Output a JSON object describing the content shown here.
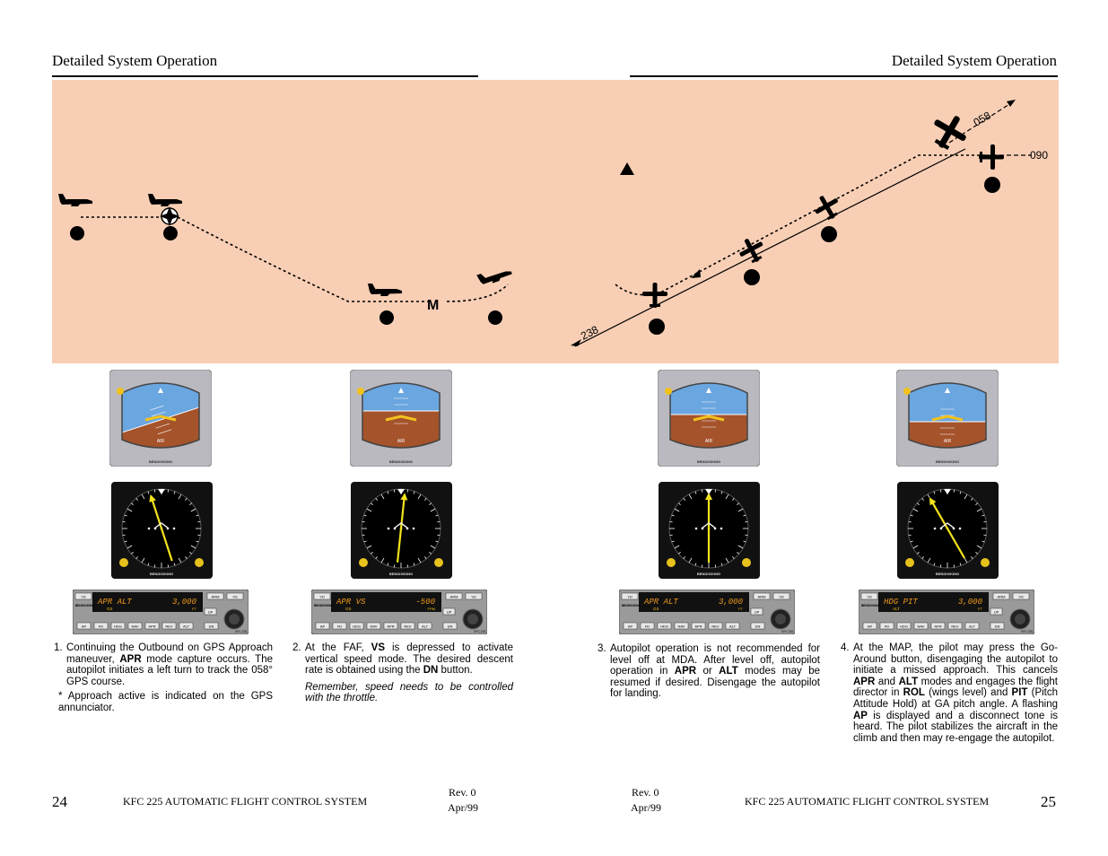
{
  "header": {
    "left_title": "Detailed System Operation",
    "right_title": "Detailed System Operation"
  },
  "diagram": {
    "bearing_058": "058",
    "bearing_090": "090",
    "bearing_238": "238",
    "map_label": "M"
  },
  "instruments": {
    "adi_label": "AIR",
    "adi_brand": "BENDIX/KING",
    "hsi_brand": "BENDIX/KING",
    "kc_brand": "BENDIX/KING",
    "kc_model": "KFC 225",
    "kc_buttons_top": [
      "YD",
      "ARM",
      "VS"
    ],
    "kc_buttons_bottom": [
      "AP",
      "FD",
      "HDG",
      "NAV",
      "APR",
      "REV",
      "ALT",
      "DN"
    ],
    "kc_up": "UP",
    "panels": [
      {
        "display_left": "APR  ALT",
        "display_right": "3,000",
        "sub": "GS",
        "unit": "FT"
      },
      {
        "display_left": "APR   VS",
        "display_right": "-500",
        "sub": "GS",
        "unit": "FPM"
      },
      {
        "display_left": "APR  ALT",
        "display_right": "3,000",
        "sub": "GS",
        "unit": "FT"
      },
      {
        "display_left": "HDG  PIT",
        "display_right": "3,000",
        "sub": "ALT",
        "unit": "FT"
      }
    ]
  },
  "captions": {
    "c1_num": "1.",
    "c1_text_a": "Continuing the Outbound on GPS Approach maneuver, ",
    "c1_bold": "APR",
    "c1_text_b": " mode capture occurs. The autopilot initiates a left turn to track the 058° GPS course.",
    "c1_note": "* Approach active is indicated on the GPS annunciator.",
    "c2_num": "2.",
    "c2_text_a": "At the FAF, ",
    "c2_bold_a": "VS",
    "c2_text_b": " is depressed to activate vertical speed mode. The desired descent rate is obtained using the ",
    "c2_bold_b": "DN",
    "c2_text_c": " button.",
    "c2_remark": "Remember, speed needs to be controlled with the throttle.",
    "c3_num": "3.",
    "c3_text_a": "Autopilot operation is not recommended for level off at MDA. After level off, autopilot operation in ",
    "c3_bold_a": "APR",
    "c3_text_b": " or ",
    "c3_bold_b": "ALT",
    "c3_text_c": " modes may be resumed if desired. Disengage the autopilot for landing.",
    "c4_num": "4.",
    "c4_text_a": "At the MAP, the pilot may press the Go-Around button, disengaging the autopilot to initiate a missed approach. This cancels ",
    "c4_bold_a": "APR",
    "c4_text_b": " and ",
    "c4_bold_b": "ALT",
    "c4_text_c": " modes and engages the flight director in ",
    "c4_bold_c": "ROL",
    "c4_text_d": " (wings level) and ",
    "c4_bold_d": "PIT",
    "c4_text_e": " (Pitch Attitude Hold) at GA pitch angle. A flashing ",
    "c4_bold_e": "AP",
    "c4_text_f": " is displayed and a disconnect tone is heard. The pilot stabilizes the aircraft in the climb and then may re-engage the autopilot."
  },
  "footer": {
    "left_page": "24",
    "right_page": "25",
    "left_title": "KFC 225 AUTOMATIC FLIGHT CONTROL  SYSTEM",
    "right_title": "KFC 225 AUTOMATIC FLIGHT CONTROL  SYSTEM",
    "left_rev": "Rev. 0",
    "left_date": "Apr/99",
    "right_rev": "Rev. 0",
    "right_date": "Apr/99"
  }
}
